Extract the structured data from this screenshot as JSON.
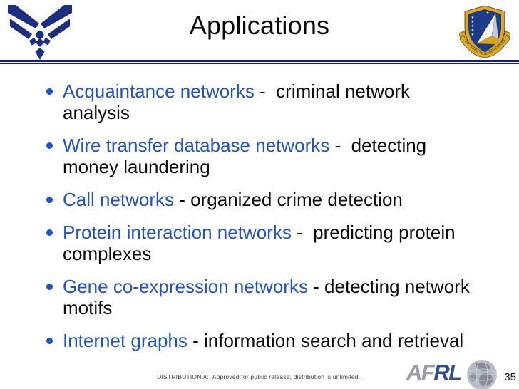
{
  "slide": {
    "title": "Applications",
    "page_number": "35",
    "footer_text": "DISTRIBUTION A:  Approved for public release; distribution is unlimited..",
    "bullets": [
      {
        "term": "Acquaintance networks",
        "rest": " -  criminal network\nanalysis"
      },
      {
        "term": "Wire transfer database networks",
        "rest": " -  detecting\nmoney laundering"
      },
      {
        "term": "Call networks",
        "rest": " - organized crime detection"
      },
      {
        "term": "Protein interaction networks",
        "rest": " -  predicting protein\ncomplexes"
      },
      {
        "term": "Gene co-expression networks",
        "rest": " - detecting network\nmotifs"
      },
      {
        "term": "Internet graphs",
        "rest": " - information search and retrieval"
      }
    ],
    "logos": {
      "afrl_shield_ribbon_text": "AIR FORCE RESEARCH LABORATORY",
      "afrl_wordmark_gray": "AF",
      "afrl_wordmark_blue": "RL"
    },
    "colors": {
      "term_blue": "#2153c4",
      "body_text": "#0b0b0b",
      "usaf_navy": "#1d2f7c",
      "header_rule_navy": "#181d86",
      "shield_gold": "#e2a81c",
      "shield_blue": "#1d3c85",
      "afrl_wordmark_gray": "#989da6",
      "afrl_wordmark_blue": "#2d4d9e"
    }
  }
}
